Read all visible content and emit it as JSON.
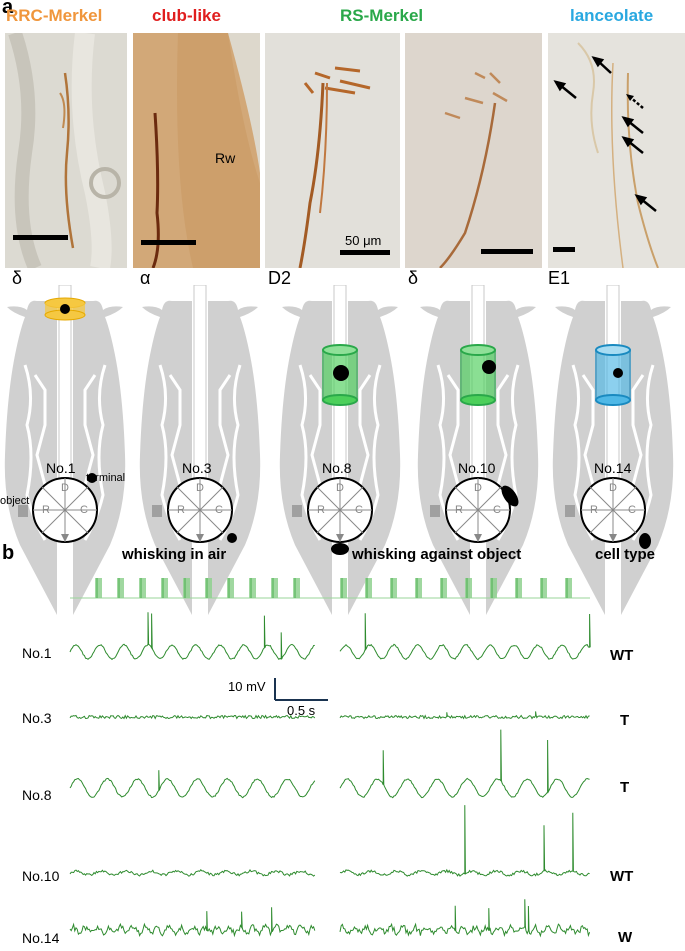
{
  "panel_a": {
    "letter": "a",
    "cell_titles": [
      {
        "text": "RRC-Merkel",
        "color": "#f0963c"
      },
      {
        "text": "club-like",
        "color": "#e01e1e"
      },
      {
        "text": "RS-Merkel",
        "color": "#2aa84a"
      },
      {
        "text": "lanceolate",
        "color": "#29a8e0"
      }
    ],
    "micrograph_labels": {
      "rw": "Rw",
      "scale": "50 μm"
    },
    "whisker_labels": [
      "δ",
      "α",
      "D2",
      "δ",
      "E1"
    ],
    "neuron_labels": [
      "No.1",
      "No.3",
      "No.8",
      "No.10",
      "No.14"
    ],
    "annotations": {
      "terminal": "terminal",
      "object": "object"
    },
    "compass_letters": {
      "dorsal": "D",
      "rostral": "R",
      "caudal": "C"
    }
  },
  "panel_b": {
    "letter": "b",
    "headers": {
      "air": "whisking in air",
      "object": "whisking against object",
      "cell_type": "cell type"
    },
    "rows": [
      {
        "label": "No.1",
        "type": "WT"
      },
      {
        "label": "No.3",
        "type": "T"
      },
      {
        "label": "No.8",
        "type": "T"
      },
      {
        "label": "No.10",
        "type": "WT"
      },
      {
        "label": "No.14",
        "type": "W"
      }
    ],
    "scalebar": {
      "voltage": "10 mV",
      "time": "0.5 s"
    }
  },
  "colors": {
    "trace": "#2e8b2e",
    "whisk_bar": "#8fd18f",
    "merkel_rrc": "#f5c842",
    "club": "#e01e1e",
    "rs": "#4ccf5a",
    "lanceolate": "#4fb8e6"
  }
}
